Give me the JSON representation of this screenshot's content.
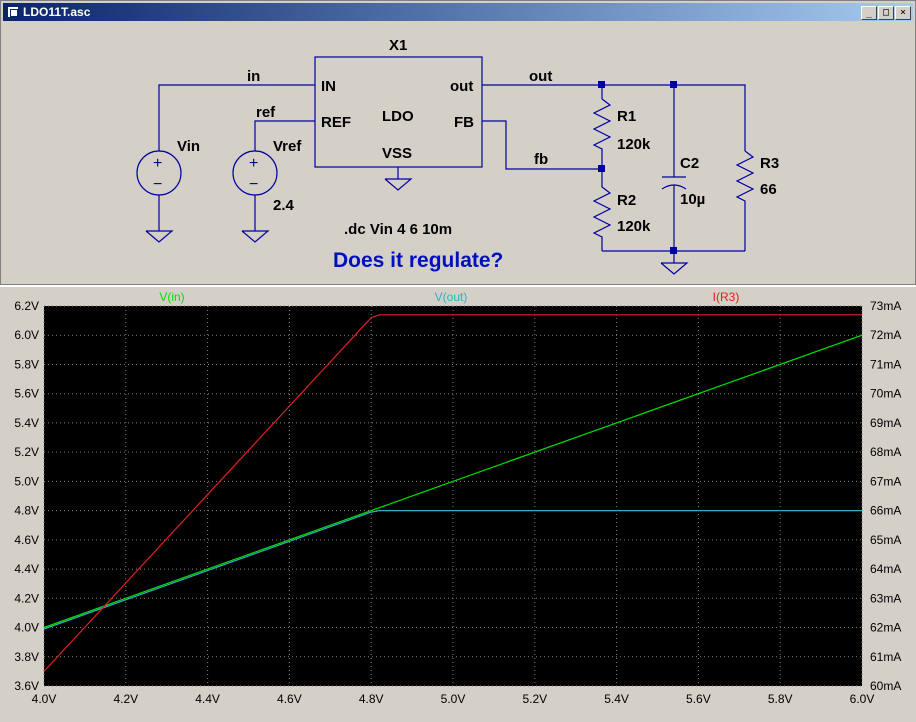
{
  "window": {
    "title": "LDO11T.asc"
  },
  "window_buttons": [
    "_",
    "□",
    "×"
  ],
  "schematic": {
    "component_name": "X1",
    "component_type": "LDO",
    "pins": {
      "in": "IN",
      "ref": "REF",
      "out": "out",
      "fb": "FB",
      "vss": "VSS"
    },
    "nets": {
      "in": "in",
      "ref": "ref",
      "out": "out",
      "fb": "fb"
    },
    "sources": [
      {
        "name": "Vin",
        "value": ""
      },
      {
        "name": "Vref",
        "value": "2.4"
      }
    ],
    "parts": [
      {
        "name": "R1",
        "value": "120k"
      },
      {
        "name": "R2",
        "value": "120k"
      },
      {
        "name": "C2",
        "value": "10µ"
      },
      {
        "name": "R3",
        "value": "66"
      }
    ],
    "directive": ".dc Vin 4 6 10m",
    "comment": "Does it regulate?"
  },
  "chart_data": {
    "type": "line",
    "x_ticks": [
      "4.0V",
      "4.2V",
      "4.4V",
      "4.6V",
      "4.8V",
      "5.0V",
      "5.2V",
      "5.4V",
      "5.6V",
      "5.8V",
      "6.0V"
    ],
    "y_left_ticks": [
      "6.2V",
      "6.0V",
      "5.8V",
      "5.6V",
      "5.4V",
      "5.2V",
      "5.0V",
      "4.8V",
      "4.6V",
      "4.4V",
      "4.2V",
      "4.0V",
      "3.8V",
      "3.6V"
    ],
    "y_right_ticks": [
      "73mA",
      "72mA",
      "71mA",
      "70mA",
      "69mA",
      "68mA",
      "67mA",
      "66mA",
      "65mA",
      "64mA",
      "63mA",
      "62mA",
      "61mA",
      "60mA"
    ],
    "xlim": [
      4.0,
      6.0
    ],
    "ylim_left": [
      3.6,
      6.2
    ],
    "ylim_right": [
      60,
      73
    ],
    "grid": true,
    "series": [
      {
        "name": "V(in)",
        "axis": "left",
        "color": "#00e000",
        "x": [
          4.0,
          6.0
        ],
        "y": [
          4.0,
          6.0
        ]
      },
      {
        "name": "V(out)",
        "axis": "left",
        "color": "#30b0c0",
        "x": [
          4.0,
          4.8,
          4.82,
          6.0
        ],
        "y": [
          3.99,
          4.79,
          4.8,
          4.8
        ]
      },
      {
        "name": "I(R3)",
        "axis": "right",
        "color": "#e02020",
        "x": [
          4.0,
          4.8,
          4.82,
          6.0
        ],
        "y": [
          60.5,
          72.6,
          72.7,
          72.7
        ]
      }
    ]
  }
}
